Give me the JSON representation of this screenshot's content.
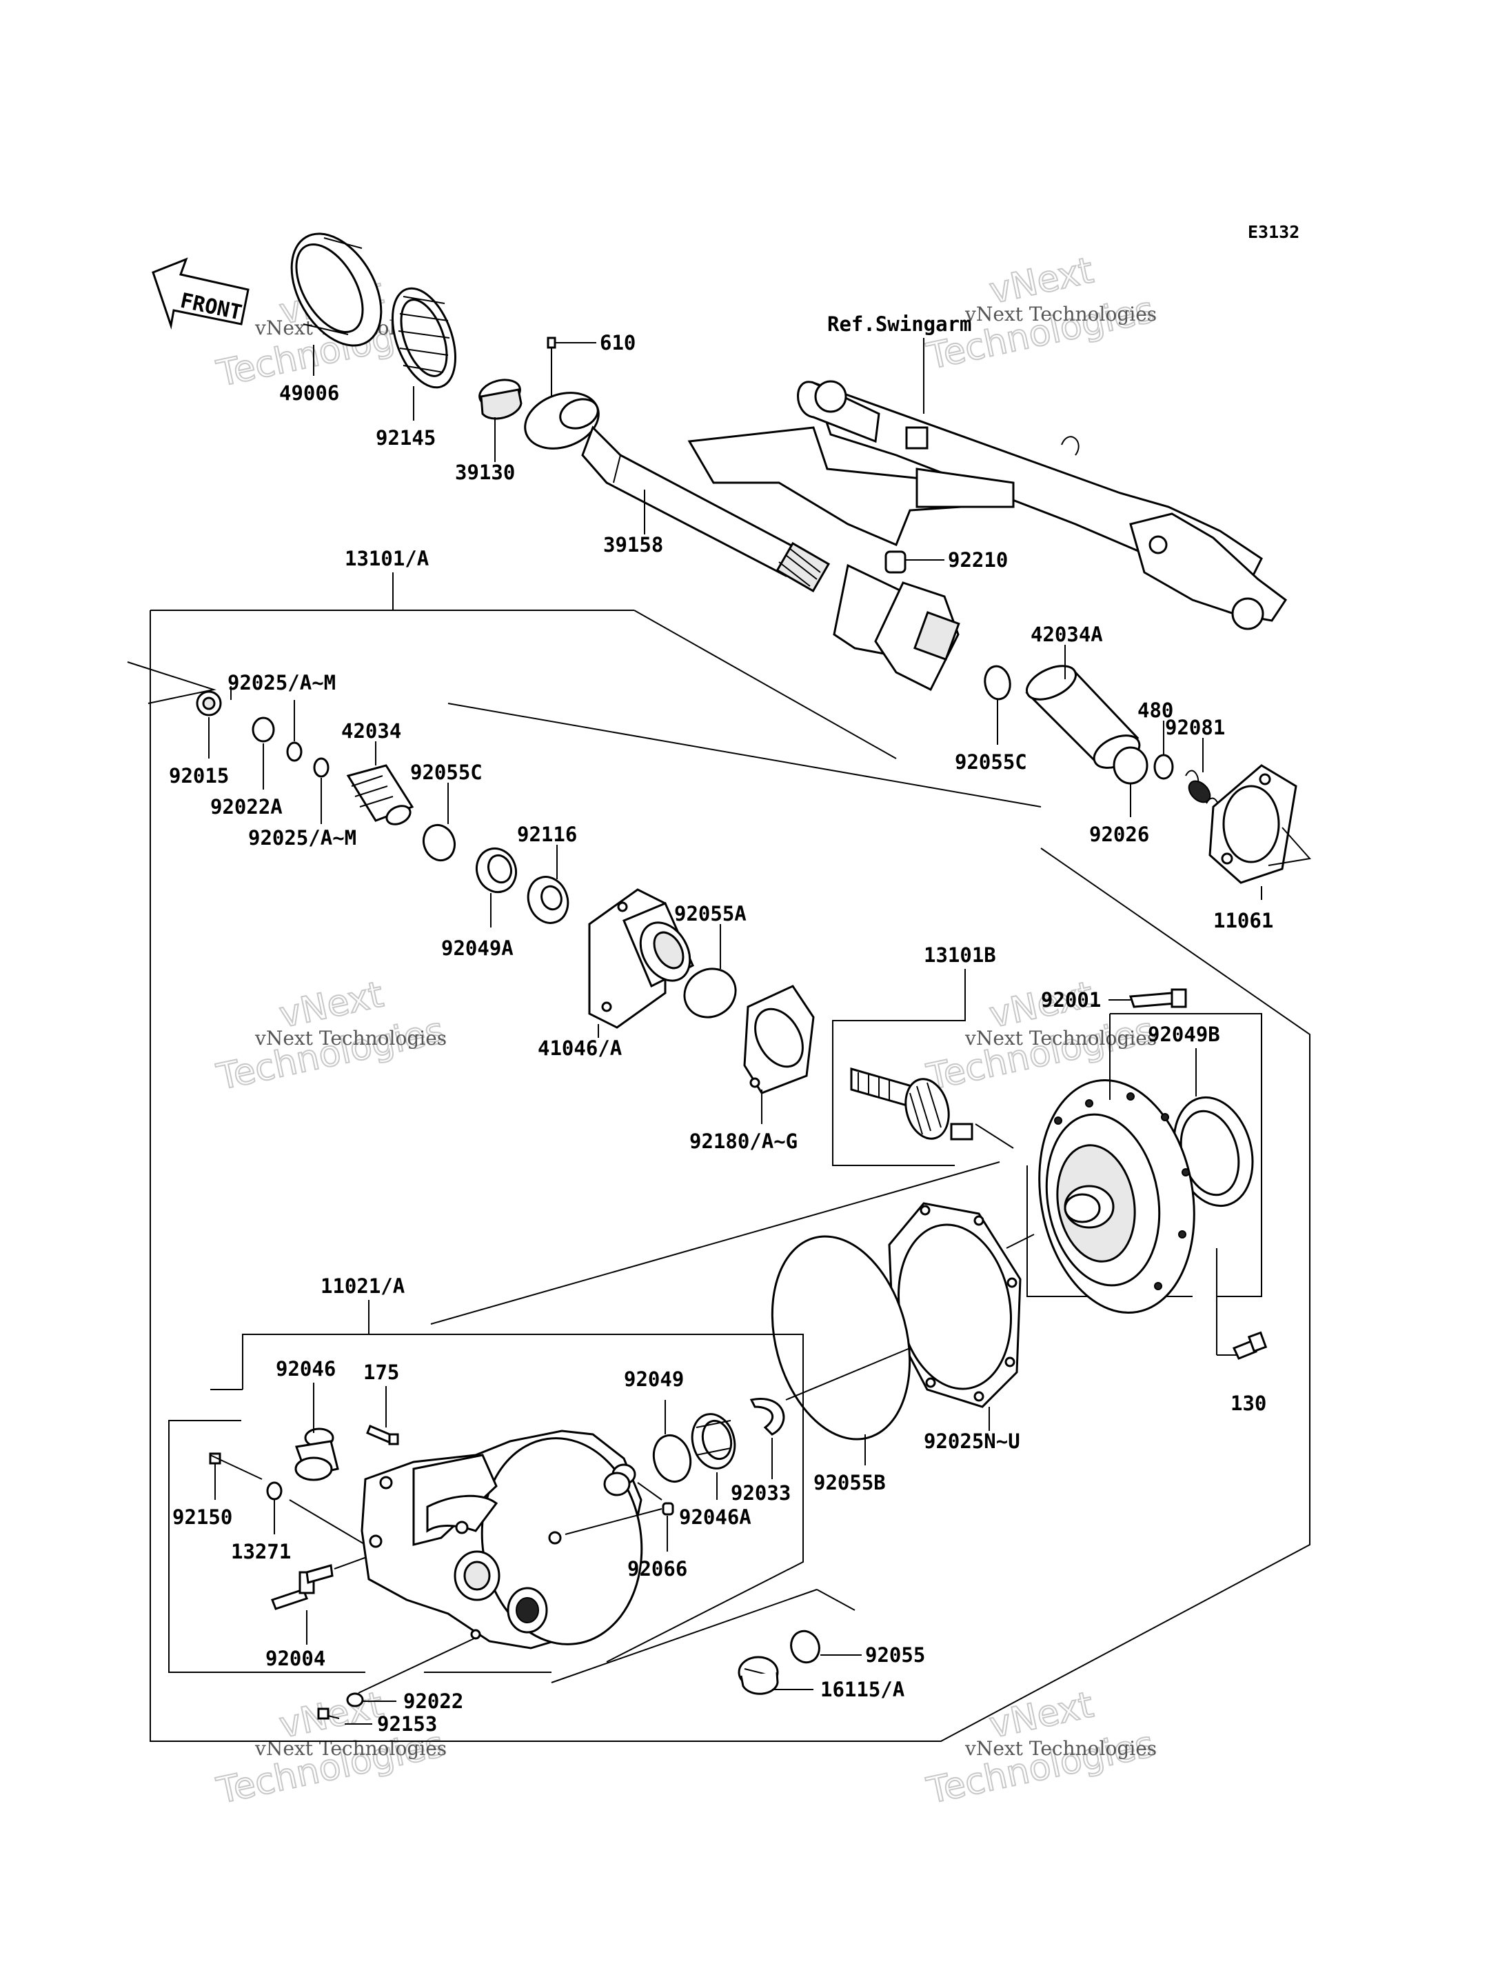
{
  "diagram_code": "E3132",
  "front_label": "FRONT",
  "ref_label": "Ref.Swingarm",
  "watermarks": {
    "small": "vNext Technologies",
    "big_line1": "vNext",
    "big_line2": "Technologies"
  },
  "parts": {
    "p49006": "49006",
    "p92145": "92145",
    "p610": "610",
    "p39130": "39130",
    "p39158": "39158",
    "p92210": "92210",
    "p13101A": "13101/A",
    "p42034A": "42034A",
    "p92025AM_1": "92025/A~M",
    "p42034": "42034",
    "p92015": "92015",
    "p92022A": "92022A",
    "p92025AM_2": "92025/A~M",
    "p92055C_1": "92055C",
    "p92055C_2": "92055C",
    "p480": "480",
    "p92081": "92081",
    "p92026": "92026",
    "p11061": "11061",
    "p92116": "92116",
    "p92049A": "92049A",
    "p92055A": "92055A",
    "p41046A": "41046/A",
    "p13101B": "13101B",
    "p92001": "92001",
    "p92049B": "92049B",
    "p92180AG": "92180/A~G",
    "p11021A": "11021/A",
    "p92046": "92046",
    "p175": "175",
    "p92049": "92049",
    "p92150": "92150",
    "p13271": "13271",
    "p92033": "92033",
    "p92046A": "92046A",
    "p92055B": "92055B",
    "p92025NU": "92025N~U",
    "p130": "130",
    "p92066": "92066",
    "p92004": "92004",
    "p92055": "92055",
    "p16115A": "16115/A",
    "p92022": "92022",
    "p92153": "92153"
  }
}
